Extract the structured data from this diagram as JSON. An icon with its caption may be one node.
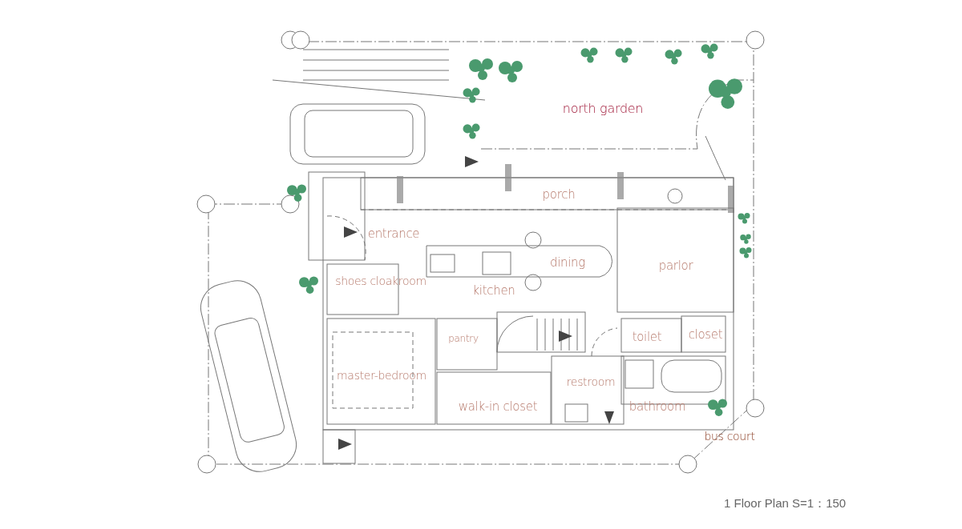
{
  "diagram": {
    "caption": "1 Floor Plan S=1：150",
    "labels": [
      "north garden",
      "porch",
      "entrance",
      "dining",
      "parlor",
      "shoes cloakroom",
      "kitchen",
      "pantry",
      "toilet",
      "closet",
      "master-bedroom",
      "restroom",
      "walk-in closet",
      "bathroom",
      "bus court"
    ]
  }
}
